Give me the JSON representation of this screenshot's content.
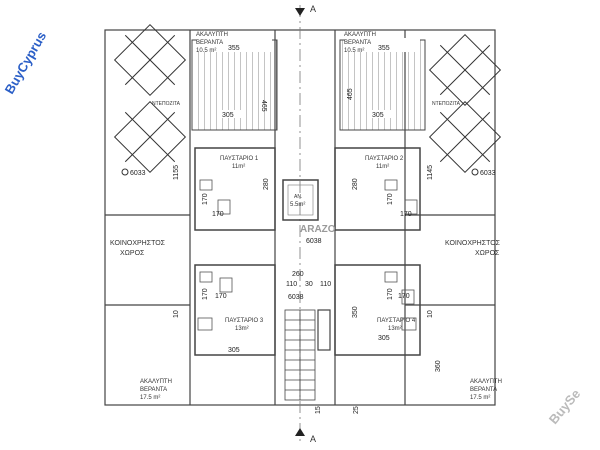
{
  "verandas": {
    "top_left": {
      "title": "ΑΚΑΛΥΠΤΗ",
      "sub": "ΒΕΡΑΝΤΑ",
      "area": "10.5 m²",
      "width": "355",
      "depth": "465",
      "inner": "305"
    },
    "top_right": {
      "title": "ΑΚΑΛΥΠΤΗ",
      "sub": "ΒΕΡΑΝΤΑ",
      "area": "10.5 m²",
      "width": "355",
      "depth": "465",
      "inner": "305"
    },
    "bottom_left": {
      "title": "ΑΚΑΛΥΠΤΗ",
      "sub": "ΒΕΡΑΝΤΑ",
      "area": "17.5 m²"
    },
    "bottom_right": {
      "title": "ΑΚΑΛΥΠΤΗ",
      "sub": "ΒΕΡΑΝΤΑ",
      "area": "17.5 m²"
    }
  },
  "storages": [
    {
      "name": "ΠΑΥΣΤΑΡΙΟ 1",
      "area": "11m²"
    },
    {
      "name": "ΠΑΥΣΤΑΡΙΟ 2",
      "area": "11m²"
    },
    {
      "name": "ΠΑΥΣΤΑΡΙΟ 3",
      "area": "13m²"
    },
    {
      "name": "ΠΑΥΣΤΑΡΙΟ 4",
      "area": "13m²"
    }
  ],
  "panels_label": "ΝΤΕΠΟΖΙΤΑ",
  "common_area": {
    "line1": "ΚΟΙΝΟΧΡΗΣΤΟΣ",
    "line2": "ΧΩΡΟΣ"
  },
  "lift": {
    "label": "ΑΝ.",
    "area": "5.5m²"
  },
  "section_marker": "A",
  "levels": {
    "left": "6033",
    "right": "6033",
    "center_top": "6038",
    "center_bottom": "6038"
  },
  "dims": {
    "left_height": "1155",
    "right_height": "1145",
    "d280a": "280",
    "d280b": "280",
    "d170": [
      "170",
      "170",
      "170",
      "170",
      "170",
      "170",
      "170",
      "170"
    ],
    "d260": "260",
    "d110a": "110",
    "d30": "30",
    "d110b": "110",
    "d305a": "305",
    "d305b": "305",
    "d350": "350",
    "d360": "360",
    "d10a": "10",
    "d10b": "10",
    "d15": "15",
    "d25": "25"
  },
  "watermarks": {
    "logo": "ARAZO",
    "left": "BuyCyprus",
    "right": "BuySe"
  }
}
